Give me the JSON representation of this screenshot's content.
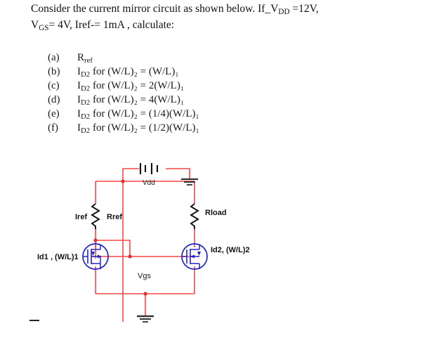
{
  "problem": {
    "line1_a": "Consider the current mirror circuit as shown below. If_V",
    "line1_sub": "DD",
    "line1_b": " =12V,",
    "line2_a": "V",
    "line2_sub": "GS",
    "line2_b": "= 4V,  Iref-= 1mA , calculate:",
    "given": {
      "VDD": "12V",
      "VGS": "4V",
      "Iref": "1mA"
    }
  },
  "questions": [
    {
      "marker": "(a)",
      "text_pre": "R",
      "text_sub": "ref",
      "text_post": ""
    },
    {
      "marker": "(b)",
      "text_pre": "I",
      "text_sub": "D2",
      "text_post": " for (W/L)₂ = (W/L)₁"
    },
    {
      "marker": "(c)",
      "text_pre": "I",
      "text_sub": "D2",
      "text_post": " for (W/L)₂ = 2(W/L)₁"
    },
    {
      "marker": "(d)",
      "text_pre": "I",
      "text_sub": "D2",
      "text_post": " for (W/L)₂ = 4(W/L)₁"
    },
    {
      "marker": "(e)",
      "text_pre": "I",
      "text_sub": "D2",
      "text_post": " for (W/L)₂ = (1/4)(W/L)₁"
    },
    {
      "marker": "(f)",
      "text_pre": "I",
      "text_sub": "D2",
      "text_post": " for (W/L)₂ = (1/2)(W/L)₁"
    }
  ],
  "circuit": {
    "labels": {
      "vdd": "Vdd",
      "iref": "Iref",
      "rref": "Rref",
      "rload": "Rload",
      "vgs": "Vgs",
      "m1": "Id1 , (W/L)1",
      "m2": "Id2, (W/L)2"
    },
    "colors": {
      "wire": "#fa4646",
      "device": "#2222cc",
      "passive": "#1a1a1a",
      "node": "#e03030"
    }
  }
}
